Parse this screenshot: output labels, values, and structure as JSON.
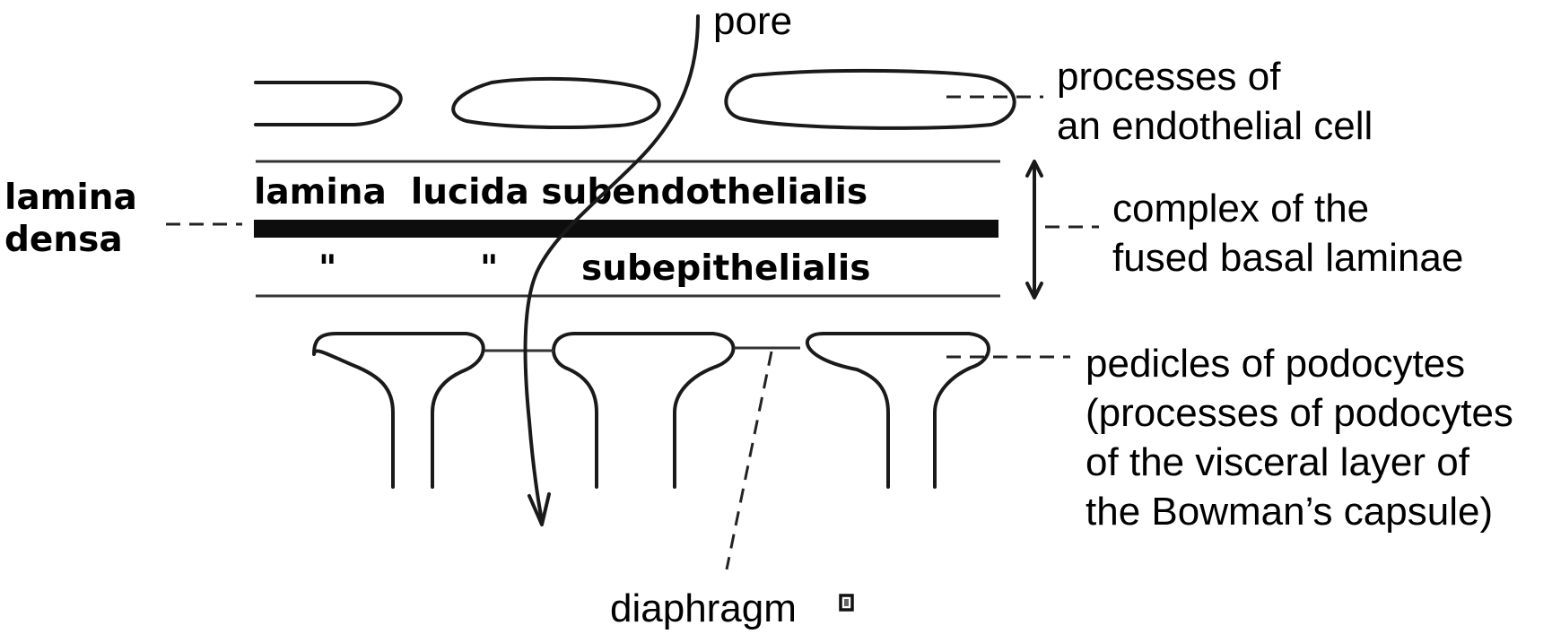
{
  "labels": {
    "pore": "pore",
    "endothelial_line1": "processes of",
    "endothelial_line2": "an endothelial cell",
    "lamina_densa_line1": "lamina",
    "lamina_densa_line2": "densa",
    "lucida_sub_endo": "lamina  lucida subendothelialis",
    "ditto_mark_1": "\"",
    "ditto_mark_2": "\"",
    "sub_epi": "subepithelialis",
    "complex_line1": "complex of the",
    "complex_line2": "fused basal laminae",
    "pedicles_line1": "pedicles of podocytes",
    "pedicles_line2": "(processes of podocytes",
    "pedicles_line3": "of the visceral layer of",
    "pedicles_line4": "the Bowman’s capsule)",
    "diaphragm": "diaphragm"
  },
  "colors": {
    "ink": "#1a1a1a",
    "background": "#ffffff"
  }
}
